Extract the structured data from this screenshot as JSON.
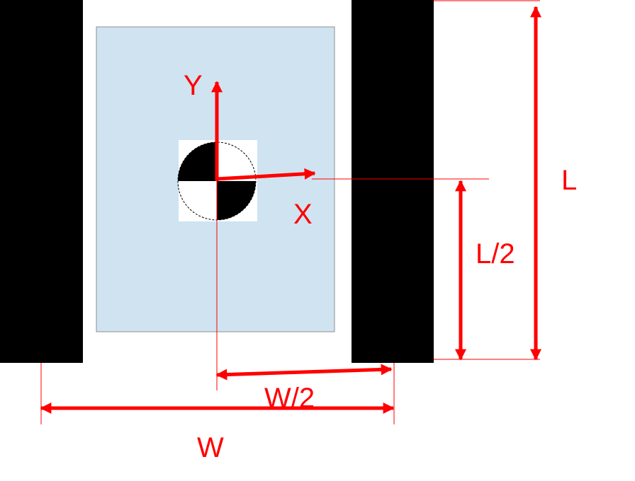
{
  "colors": {
    "dimension": "#ff0000",
    "track": "#000000",
    "body": "#cfe3f1",
    "body_border": "#8f8f8f",
    "marker_dark": "#000000",
    "marker_light": "#ffffff"
  },
  "labels": {
    "axis_y": "Y",
    "axis_x": "X",
    "length": "L",
    "half_length": "L/2",
    "half_width": "W/2",
    "width": "W"
  }
}
